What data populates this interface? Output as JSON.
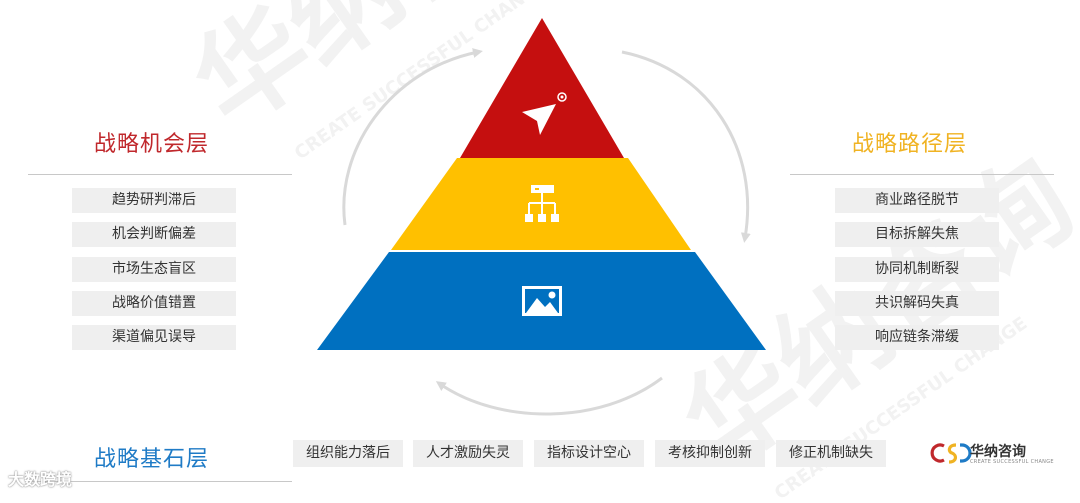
{
  "pyramid": {
    "levels": [
      {
        "id": "top",
        "color": "#C50F0F",
        "icon": "cursor-arrow-icon"
      },
      {
        "id": "middle",
        "color": "#FFC000",
        "icon": "org-chart-icon"
      },
      {
        "id": "bottom",
        "color": "#0070C0",
        "icon": "image-icon"
      }
    ],
    "cycle_arrow_color": "#d9d9d9"
  },
  "left_panel": {
    "title": "战略机会层",
    "title_color": "#C0282C",
    "items": [
      "趋势研判滞后",
      "机会判断偏差",
      "市场生态盲区",
      "战略价值错置",
      "渠道偏见误导"
    ]
  },
  "right_panel": {
    "title": "战略路径层",
    "title_color": "#F0B323",
    "items": [
      "商业路径脱节",
      "目标拆解失焦",
      "协同机制断裂",
      "共识解码失真",
      "响应链条滞缓"
    ]
  },
  "bottom_panel": {
    "title": "战略基石层",
    "title_color": "#1F7BC6",
    "items": [
      "组织能力落后",
      "人才激励失灵",
      "指标设计空心",
      "考核抑制创新",
      "修正机制缺失"
    ]
  },
  "logo": {
    "name": "华纳咨询",
    "tagline": "CREATE SUCCESSFUL CHANGE",
    "mark_colors": [
      "#C0282C",
      "#F0B323",
      "#1F7BC6"
    ]
  },
  "watermark": {
    "text": "华纳咨询",
    "subtext": "CREATE SUCCESSFUL CHANGE"
  },
  "source_mark": "大数跨境"
}
